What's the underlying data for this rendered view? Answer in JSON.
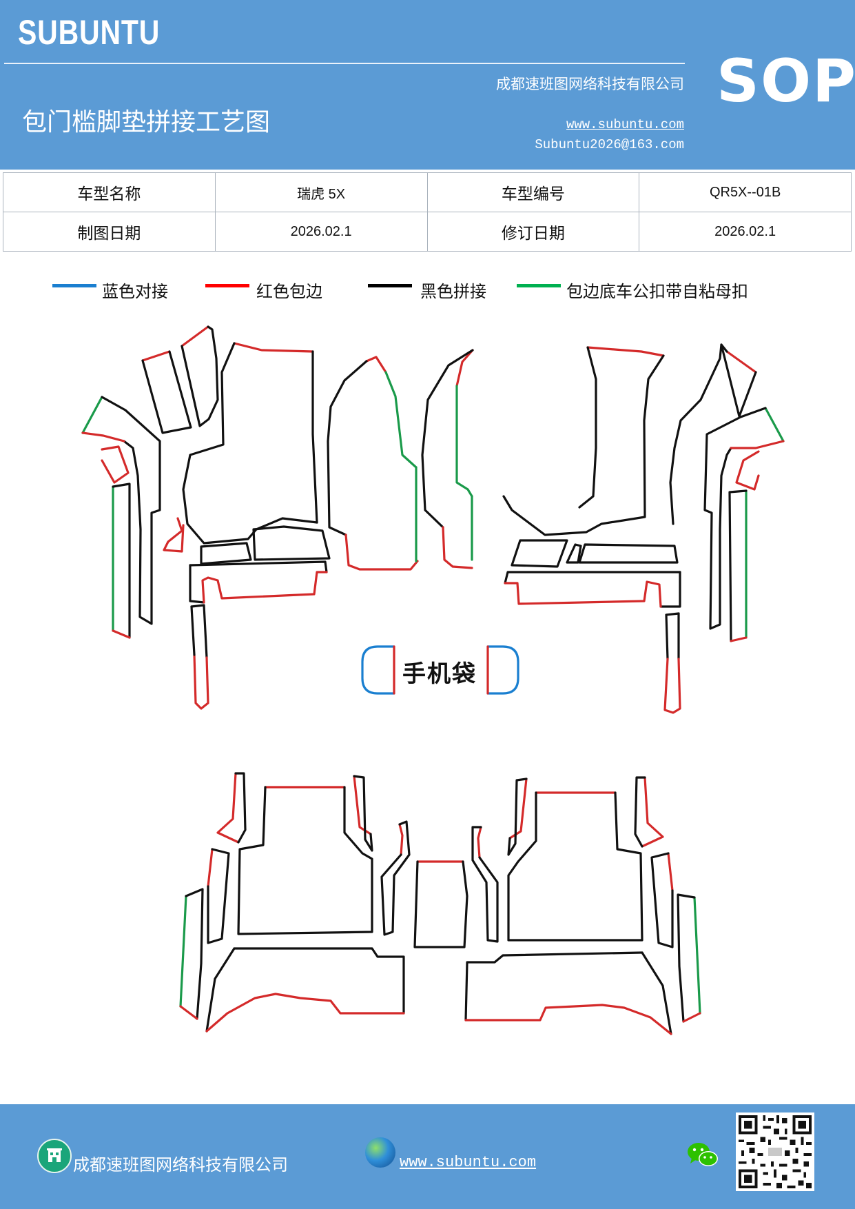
{
  "header": {
    "brand": "SUBUNTU",
    "sop": "SOP",
    "company": "成都速班图网络科技有限公司",
    "title": "包门槛脚垫拼接工艺图",
    "website": "www.subuntu.com",
    "email": "Subuntu2026@163.com"
  },
  "info_table": {
    "row1": {
      "label1": "车型名称",
      "value1": "瑞虎 5X",
      "label2": "车型编号",
      "value2": "QR5X--01B"
    },
    "row2": {
      "label1": "制图日期",
      "value1": "2026.02.1",
      "label2": "修订日期",
      "value2": "2026.02.1"
    }
  },
  "legend": [
    {
      "label": "蓝色对接",
      "color": "#1a7fd0"
    },
    {
      "label": "红色包边",
      "color": "#ff0000"
    },
    {
      "label": "黑色拼接",
      "color": "#000000"
    },
    {
      "label": "包边底车公扣带自粘母扣",
      "color": "#00b050"
    }
  ],
  "diagram": {
    "pocket_label": "手机袋"
  },
  "footer": {
    "company": "成都速班图网络科技有限公司",
    "website": "www.subuntu.com",
    "icons": [
      "building-icon",
      "globe-icon",
      "wechat-icon",
      "qr-code"
    ]
  }
}
